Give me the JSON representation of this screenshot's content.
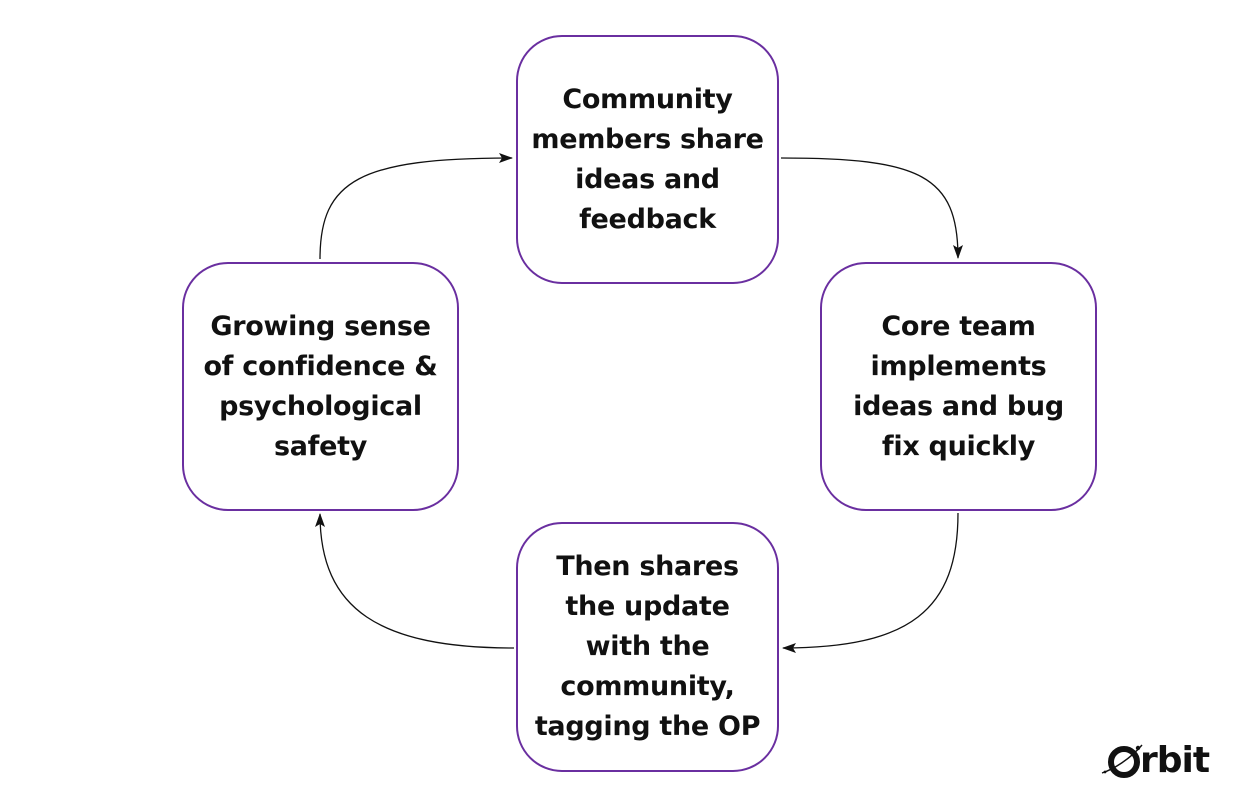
{
  "nodes": {
    "top": {
      "lines": [
        "Community",
        "members share",
        "ideas and",
        "feedback"
      ]
    },
    "right": {
      "lines": [
        "Core team",
        "implements",
        "ideas and bug",
        "fix quickly"
      ]
    },
    "bottom": {
      "lines": [
        "Then shares",
        "the update",
        "with the",
        "community,",
        "tagging the OP"
      ]
    },
    "left": {
      "lines": [
        "Growing sense",
        "of confidence &",
        "psychological",
        "safety"
      ]
    }
  },
  "colors": {
    "node_border": "#6a2fa0",
    "text": "#111111",
    "arrow": "#111111",
    "background": "#ffffff"
  },
  "logo": {
    "icon": "orbit-logo-icon",
    "text": "rbit"
  }
}
